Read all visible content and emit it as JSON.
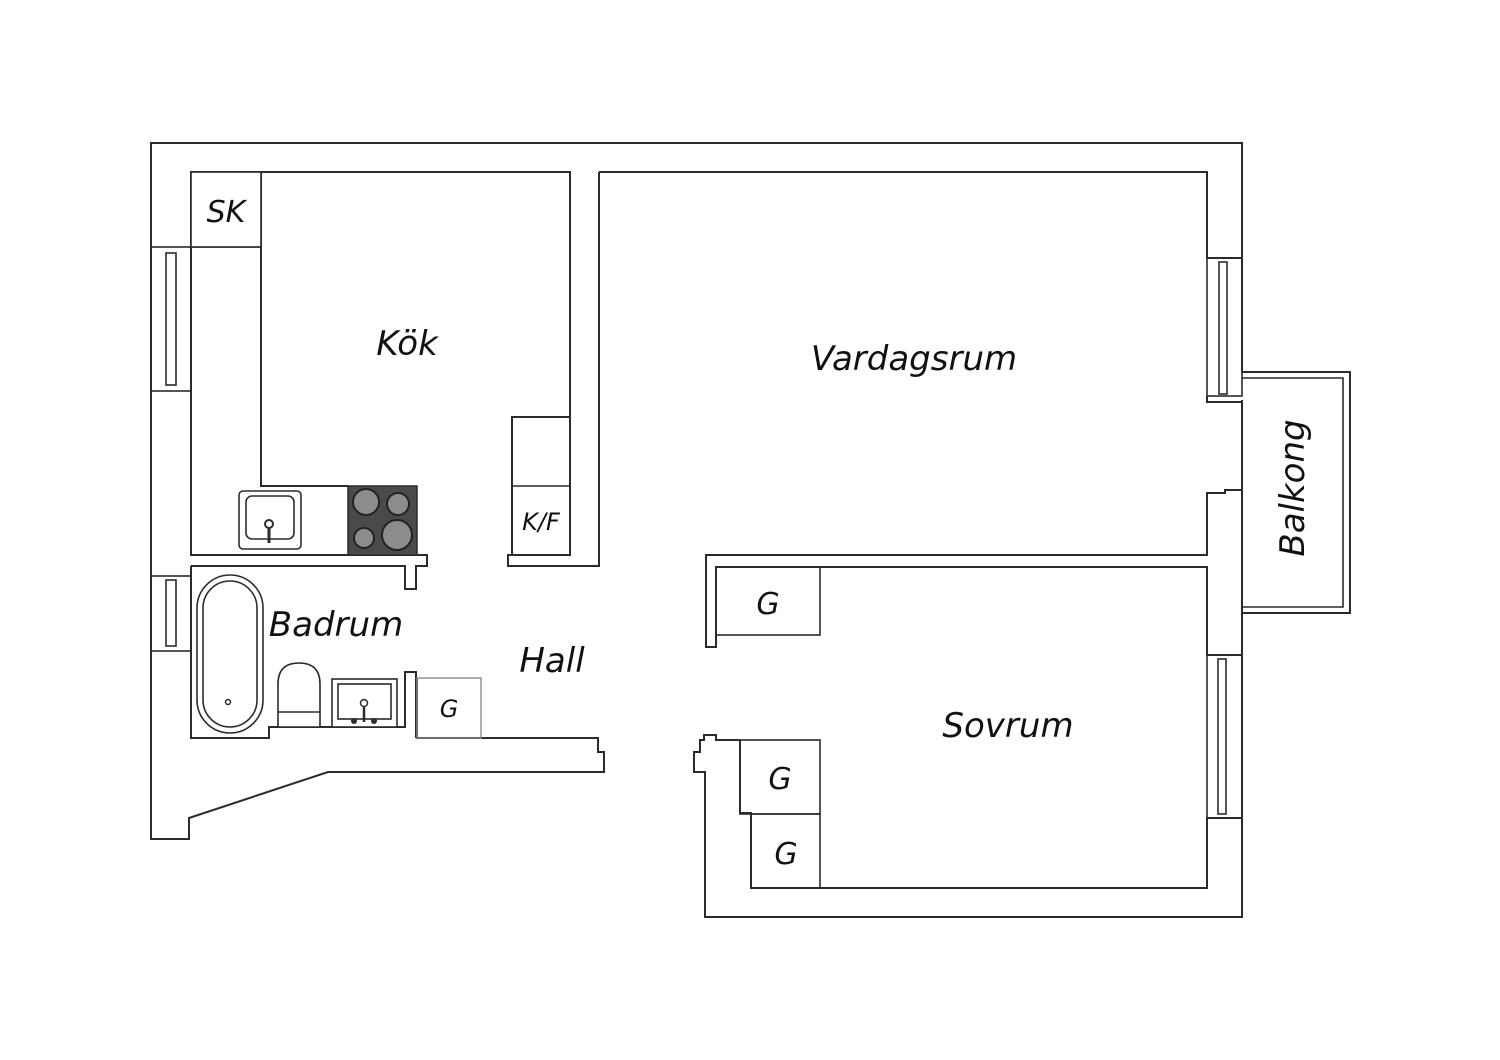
{
  "plan": {
    "title": "Apartment floor plan",
    "rooms": {
      "kitchen": "Kök",
      "living_room": "Vardagsrum",
      "balcony": "Balkong",
      "bathroom": "Badrum",
      "hall": "Hall",
      "bedroom": "Sovrum"
    },
    "fixtures": {
      "closet_kitchen": "SK",
      "fridge_freezer": "K/F",
      "wardrobe_hall": "G",
      "wardrobe_bedroom_top": "G",
      "wardrobe_bedroom_bottom_1": "G",
      "wardrobe_bedroom_bottom_2": "G"
    },
    "colors": {
      "line": "#2b2b2b",
      "stove_body": "#4a4a4a",
      "stove_burner": "#8c8c8c",
      "background": "#ffffff"
    }
  }
}
